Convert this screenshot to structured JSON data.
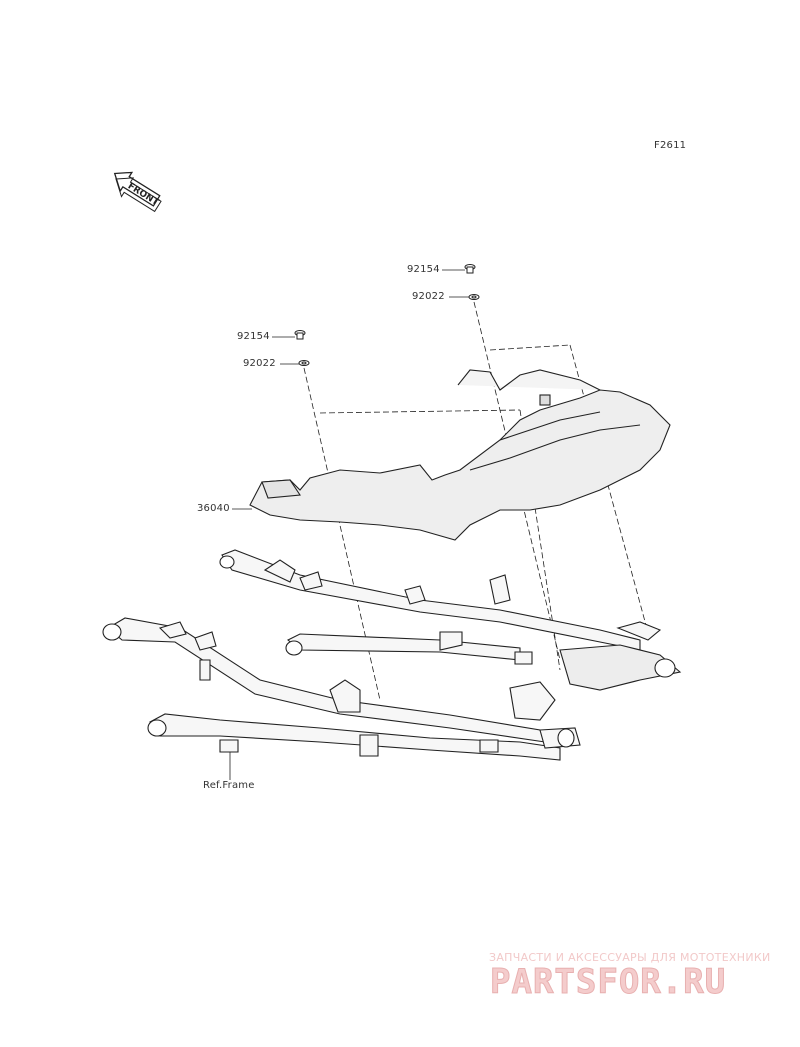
{
  "figure_code": "F2611",
  "front_arrow": {
    "label": "FRONT",
    "icon": "front-direction-arrow-icon"
  },
  "parts": [
    {
      "id": "92154",
      "name": "bolt-right"
    },
    {
      "id": "92022",
      "name": "washer-right"
    },
    {
      "id": "92154",
      "name": "bolt-left"
    },
    {
      "id": "92022",
      "name": "washer-left"
    },
    {
      "id": "36040",
      "name": "seat-cover"
    }
  ],
  "reference": "Ref.Frame",
  "watermark": {
    "tagline": "ЗАПЧАСТИ И АКСЕССУАРЫ ДЛЯ МОТОТЕХНИКИ",
    "logo": "PARTSFOR.RU",
    "color": "#f2c9c9"
  }
}
